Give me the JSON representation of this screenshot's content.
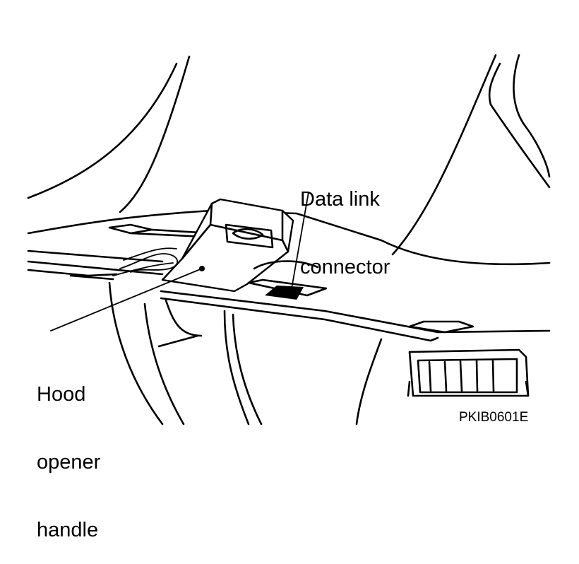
{
  "labels": {
    "data_link_connector": [
      "Data link",
      "connector"
    ],
    "hood_opener_handle": [
      "Hood",
      "opener",
      "handle"
    ]
  },
  "figure_code": "PKIB0601E"
}
